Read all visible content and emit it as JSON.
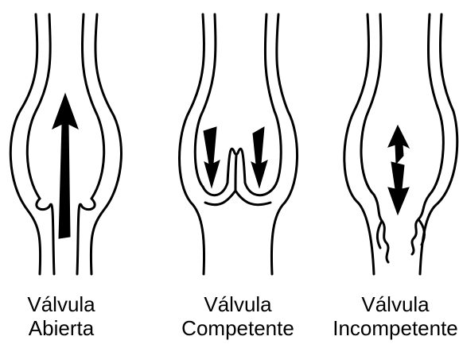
{
  "panels": [
    {
      "id": "open",
      "line1": "Válvula",
      "line2": "Abierta"
    },
    {
      "id": "competent",
      "line1": "Válvula",
      "line2": "Competente"
    },
    {
      "id": "incompetent",
      "line1": "Válvula",
      "line2": "Incompetente"
    }
  ],
  "colors": {
    "ink": "#000000",
    "background": "#ffffff"
  }
}
